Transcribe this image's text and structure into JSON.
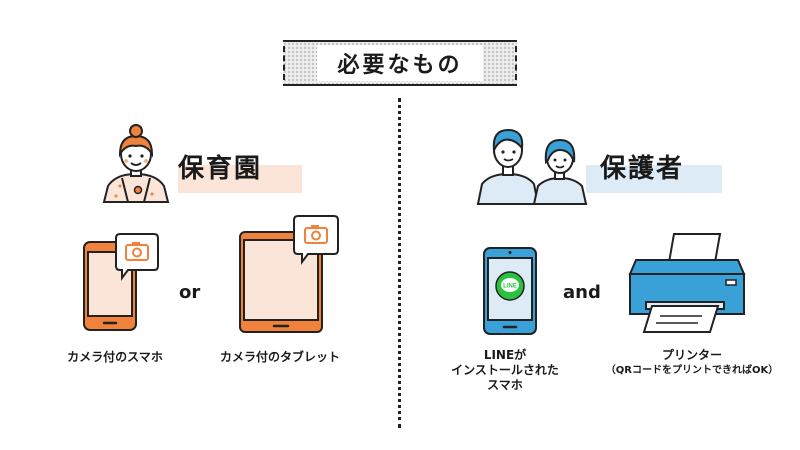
{
  "title": "必要なもの",
  "nursery": {
    "heading": "保育園",
    "devices": [
      {
        "caption": "カメラ付のスマホ"
      },
      {
        "caption": "カメラ付のタブレット"
      }
    ],
    "connector": "or"
  },
  "guardians": {
    "heading": "保護者",
    "connector": "and",
    "phone": {
      "caption_lines": [
        "LINEが",
        "インストールされた",
        "スマホ"
      ],
      "screen_logo": "LINE"
    },
    "printer": {
      "caption": "プリンター",
      "note": "（QRコードをプリントできればOK）"
    }
  },
  "colors": {
    "nursery_accent": "#f0823c",
    "nursery_band": "#fbe5d8",
    "guardian_accent": "#3aa0d8",
    "guardian_band": "#dcebf5",
    "line_green": "#28c23e",
    "outline": "#222222"
  },
  "icons": [
    "camera-icon",
    "line-logo-icon",
    "printer-icon",
    "person-icon"
  ]
}
